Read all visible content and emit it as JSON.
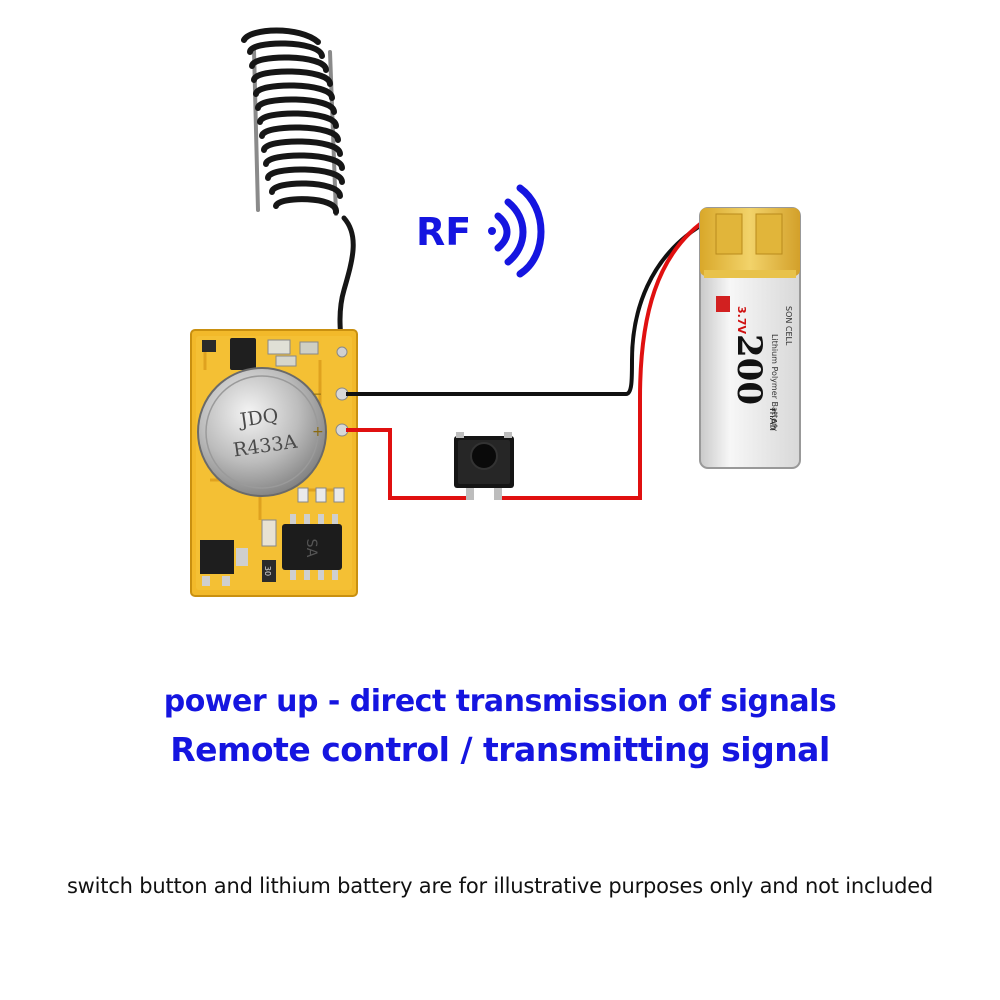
{
  "rf_label": "RF",
  "module": {
    "crystal_line1": "JDQ",
    "crystal_line2": "R433A",
    "chip_marking": "SA",
    "resistor_marking": "30"
  },
  "battery": {
    "capacity": "200",
    "unit": "mAh",
    "voltage": "3.7V",
    "text_type": "Lithium Polymer Battery",
    "brand": "SON CELL"
  },
  "headline": {
    "line1": "power up - direct transmission of signals",
    "line2": "Remote control / transmitting signal"
  },
  "note": "switch button and lithium battery are for illustrative purposes only and not included",
  "colors": {
    "text_blue": "#1515e0",
    "pcb_yellow": "#f2b92a",
    "wire_red": "#e01010",
    "wire_black": "#111111",
    "battery_gold": "#e8c24a"
  }
}
